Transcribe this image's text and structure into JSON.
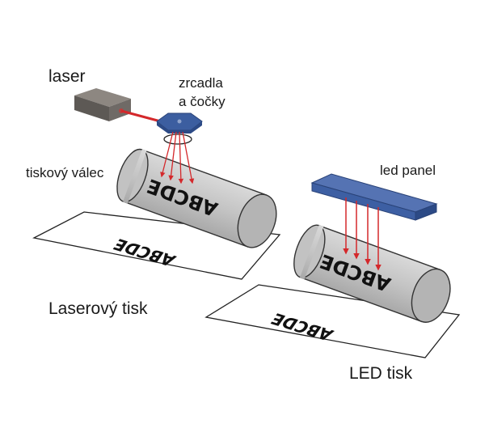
{
  "labels": {
    "laser": "laser",
    "mirrors_line1": "zrcadla",
    "mirrors_line2": "a čočky",
    "drum": "tiskový válec",
    "led_panel": "led panel",
    "laser_print": "Laserový tisk",
    "led_print": "LED tisk"
  },
  "printed_text": "ABCDE",
  "colors": {
    "laser_body": "#6f6a66",
    "beam": "#d4282b",
    "optics": "#3c5ea0",
    "drum": "#c9c9c9",
    "led_panel": "#3d5fa3"
  }
}
